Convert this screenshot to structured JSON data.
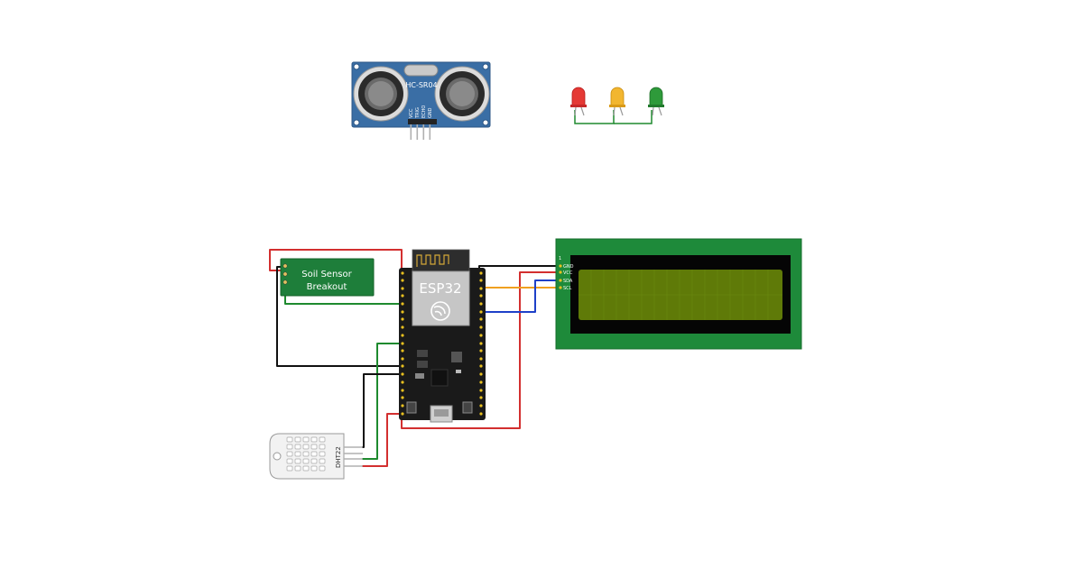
{
  "hcsr04": {
    "label": "HC-SR04",
    "pins": [
      "VCC",
      "TRIG",
      "ECHO",
      "GND"
    ]
  },
  "leds": [
    {
      "name": "red-led",
      "color": "#e53935"
    },
    {
      "name": "yellow-led",
      "color": "#f2b630"
    },
    {
      "name": "green-led",
      "color": "#2e9a3a"
    }
  ],
  "soil_sensor": {
    "line1": "Soil Sensor",
    "line2": "Breakout"
  },
  "esp32": {
    "label": "ESP32"
  },
  "lcd": {
    "pins": [
      "GND",
      "VCC",
      "SDA",
      "SCL"
    ],
    "pin_marker": "1"
  },
  "dht22": {
    "label": "DHT22"
  },
  "colors": {
    "wire_red": "#d32f2f",
    "wire_black": "#111111",
    "wire_green": "#1e8a2e",
    "wire_blue": "#1e40c8",
    "wire_orange": "#f0a020",
    "pcb_green": "#2e9a3a",
    "esp_black": "#1a1a1a",
    "hcsr_blue": "#3a6ea5",
    "lcd_screen": "#5f7a08"
  }
}
